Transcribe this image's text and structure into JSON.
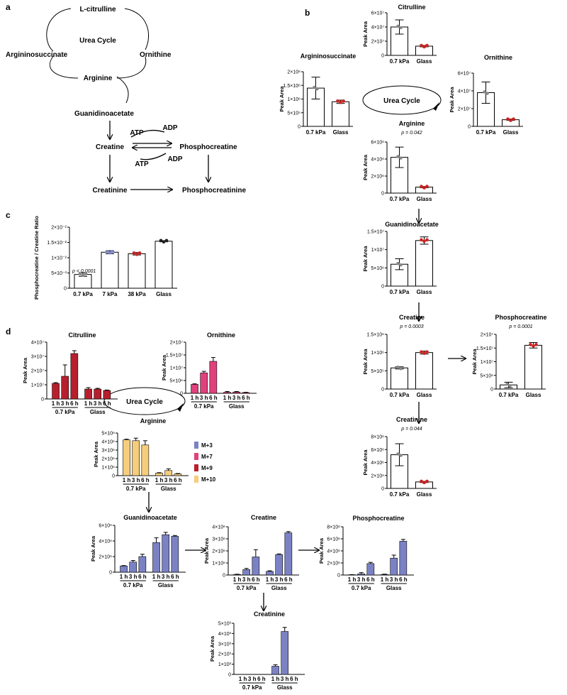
{
  "panel_labels": {
    "a": "a",
    "b": "b",
    "c": "c",
    "d": "d"
  },
  "pathway_a": {
    "citrulline": "L-citrulline",
    "cycle": "Urea Cycle",
    "argininosuccinate": "Argininosuccinate",
    "ornithine": "Ornithine",
    "arginine": "Arginine",
    "guanidinoacetate": "Guanidinoacetate",
    "creatine": "Creatine",
    "phosphocreatine": "Phosphocreatine",
    "creatinine": "Creatinine",
    "phosphocreatinine": "Phosphocreatinine",
    "atp_top": "ATP",
    "adp_top": "ADP",
    "atp_bottom": "ATP",
    "adp_bottom": "ADP"
  },
  "cycle_label_b": "Urea Cycle",
  "cycle_label_d": "Urea Cycle",
  "legend_d": [
    {
      "label": "M+3",
      "color": "#7b82c4"
    },
    {
      "label": "M+7",
      "color": "#e0417c"
    },
    {
      "label": "M+9",
      "color": "#b81f2e"
    },
    {
      "label": "M+10",
      "color": "#f6cd7a"
    }
  ],
  "chart_data": [
    {
      "id": "b-argininosuccinate",
      "type": "bar",
      "title": "Argininosuccinate",
      "ylabel": "Peak Area",
      "categories": [
        "0.7 kPa",
        "Glass"
      ],
      "values": [
        1400000,
        900000
      ],
      "errors": [
        400000,
        60000
      ],
      "ylim": [
        0,
        2000000
      ],
      "yticks": [
        "0",
        "5×10⁵",
        "1×10⁶",
        "1.5×10⁶",
        "2×10⁶"
      ],
      "points": [
        [
          "#888888",
          "#888888"
        ],
        [
          "#cc2222",
          "#cc2222",
          "#cc2222"
        ]
      ]
    },
    {
      "id": "b-citrulline",
      "type": "bar",
      "title": "Citrulline",
      "ylabel": "Peak Area",
      "categories": [
        "0.7 kPa",
        "Glass"
      ],
      "values": [
        40000000,
        13000000
      ],
      "errors": [
        10000000,
        1000000
      ],
      "ylim": [
        0,
        60000000
      ],
      "yticks": [
        "0",
        "2×10⁷",
        "4×10⁷",
        "6×10⁷"
      ]
    },
    {
      "id": "b-ornithine",
      "type": "bar",
      "title": "Ornithine",
      "ylabel": "Peak Area",
      "categories": [
        "0.7 kPa",
        "Glass"
      ],
      "values": [
        38000000,
        7500000
      ],
      "errors": [
        12000000,
        800000
      ],
      "ylim": [
        0,
        60000000
      ],
      "yticks": [
        "0",
        "2×10⁷",
        "4×10⁷",
        "6×10⁷"
      ]
    },
    {
      "id": "b-arginine",
      "type": "bar",
      "title": "Arginine",
      "ylabel": "Peak Area",
      "pvalue": "p = 0.042",
      "categories": [
        "0.7 kPa",
        "Glass"
      ],
      "values": [
        4200000,
        700000
      ],
      "errors": [
        1200000,
        80000
      ],
      "ylim": [
        0,
        6000000
      ],
      "yticks": [
        "0",
        "2×10⁶",
        "4×10⁶",
        "6×10⁶"
      ]
    },
    {
      "id": "b-guanidinoacetate",
      "type": "bar",
      "title": "Guanidinoacetate",
      "ylabel": "Peak Area",
      "categories": [
        "0.7 kPa",
        "Glass"
      ],
      "values": [
        6000000,
        12500000
      ],
      "errors": [
        1500000,
        1000000
      ],
      "ylim": [
        0,
        15000000
      ],
      "yticks": [
        "0",
        "5×10⁶",
        "1×10⁷",
        "1.5×10⁷"
      ]
    },
    {
      "id": "b-creatine",
      "type": "bar",
      "title": "Creatine",
      "ylabel": "Peak Area",
      "pvalue": "p = 0.0003",
      "categories": [
        "0.7 kPa",
        "Glass"
      ],
      "values": [
        580000,
        1000000
      ],
      "errors": [
        30000,
        40000
      ],
      "ylim": [
        0,
        1500000
      ],
      "yticks": [
        "0",
        "5×10⁵",
        "1×10⁶",
        "1.5×10⁶"
      ]
    },
    {
      "id": "b-phosphocreatine",
      "type": "bar",
      "title": "Phosphocreatine",
      "ylabel": "Peak Area",
      "pvalue": "p = 0.0001",
      "categories": [
        "0.7 kPa",
        "Glass"
      ],
      "values": [
        1500000,
        16000000
      ],
      "errors": [
        1000000,
        1000000
      ],
      "ylim": [
        0,
        20000000
      ],
      "yticks": [
        "0",
        "5×10⁶",
        "1×10⁷",
        "1.5×10⁷",
        "2×10⁷"
      ]
    },
    {
      "id": "b-creatinine",
      "type": "bar",
      "title": "Creatinine",
      "ylabel": "Peak Area",
      "pvalue": "p = 0.044",
      "categories": [
        "0.7 kPa",
        "Glass"
      ],
      "values": [
        5200000,
        1000000
      ],
      "errors": [
        1700000,
        100000
      ],
      "ylim": [
        0,
        8000000
      ],
      "yticks": [
        "0",
        "2×10⁶",
        "4×10⁶",
        "6×10⁶",
        "8×10⁶"
      ]
    },
    {
      "id": "c-ratio",
      "type": "bar",
      "title": "",
      "ylabel": "Phosphocreatine / Creatine Ratio",
      "pvalue": "p < 0.0001",
      "categories": [
        "0.7 kPa",
        "7 kPa",
        "38 kPa",
        "Glass"
      ],
      "values": [
        0.0045,
        0.0118,
        0.0113,
        0.0154
      ],
      "errors": [
        0.0006,
        0.0005,
        0.0004,
        0.0002
      ],
      "ylim": [
        0,
        0.02
      ],
      "yticks": [
        "0",
        "5×10⁻³",
        "1×10⁻²",
        "1.5×10⁻²",
        "2×10⁻²"
      ]
    },
    {
      "id": "d-citrulline",
      "type": "bar",
      "title": "Citrulline",
      "ylabel": "Peak Area",
      "time_labels": [
        "1 h",
        "3 h",
        "6 h",
        "1 h",
        "3 h",
        "6 h"
      ],
      "groups": [
        "0.7 kPa",
        "Glass"
      ],
      "color": "#b81f2e",
      "values": [
        11000000,
        16000000,
        32000000,
        7000000,
        7000000,
        6000000
      ],
      "errors": [
        500000,
        8000000,
        2000000,
        1000000,
        500000,
        300000
      ],
      "ylim": [
        0,
        40000000
      ],
      "yticks": [
        "0",
        "1×10⁷",
        "2×10⁷",
        "3×10⁷",
        "4×10⁷"
      ]
    },
    {
      "id": "d-ornithine",
      "type": "bar",
      "title": "Ornithine",
      "ylabel": "Peak Area",
      "time_labels": [
        "1 h",
        "3 h",
        "6 h",
        "1 h",
        "3 h",
        "6 h"
      ],
      "groups": [
        "0.7 kPa",
        "Glass"
      ],
      "color": "#e0417c",
      "values": [
        3500000,
        8000000,
        12500000,
        400000,
        500000,
        300000
      ],
      "errors": [
        200000,
        600000,
        1500000,
        300000,
        200000,
        100000
      ],
      "ylim": [
        0,
        20000000
      ],
      "yticks": [
        "0",
        "5×10⁶",
        "1×10⁷",
        "1.5×10⁷",
        "2×10⁷"
      ]
    },
    {
      "id": "d-arginine",
      "type": "bar",
      "title": "Arginine",
      "ylabel": "Peak Area",
      "time_labels": [
        "1 h",
        "3 h",
        "6 h",
        "1 h",
        "3 h",
        "6 h"
      ],
      "groups": [
        "0.7 kPa",
        "Glass"
      ],
      "color": "#f6cd7a",
      "values": [
        4200000,
        4100000,
        3600000,
        300000,
        600000,
        200000
      ],
      "errors": [
        80000,
        300000,
        500000,
        50000,
        200000,
        50000
      ],
      "ylim": [
        0,
        5000000
      ],
      "yticks": [
        "0",
        "1×10⁶",
        "2×10⁶",
        "3×10⁶",
        "4×10⁶",
        "5×10⁶"
      ]
    },
    {
      "id": "d-guanidinoacetate",
      "type": "bar",
      "title": "Guanidinoacetate",
      "ylabel": "Peak Area",
      "time_labels": [
        "1 h",
        "3 h",
        "6 h",
        "1 h",
        "3 h",
        "6 h"
      ],
      "groups": [
        "0.7 kPa",
        "Glass"
      ],
      "color": "#7b82c4",
      "values": [
        800000,
        1300000,
        2000000,
        3800000,
        4800000,
        4600000
      ],
      "errors": [
        50000,
        200000,
        300000,
        600000,
        300000,
        100000
      ],
      "ylim": [
        0,
        6000000
      ],
      "yticks": [
        "0",
        "2×10⁶",
        "4×10⁶",
        "6×10⁶"
      ]
    },
    {
      "id": "d-creatine",
      "type": "bar",
      "title": "Creatine",
      "ylabel": "Peak Area",
      "time_labels": [
        "1 h",
        "3 h",
        "6 h",
        "1 h",
        "3 h",
        "6 h"
      ],
      "groups": [
        "0.7 kPa",
        "Glass"
      ],
      "color": "#7b82c4",
      "values": [
        50000,
        450000,
        1500000,
        300000,
        1700000,
        3500000
      ],
      "errors": [
        20000,
        100000,
        600000,
        50000,
        50000,
        100000
      ],
      "ylim": [
        0,
        4000000
      ],
      "yticks": [
        "0",
        "1×10⁶",
        "2×10⁶",
        "3×10⁶",
        "4×10⁶"
      ]
    },
    {
      "id": "d-phosphocreatine",
      "type": "bar",
      "title": "Phosphocreatine",
      "ylabel": "Peak Area",
      "time_labels": [
        "1 h",
        "3 h",
        "6 h",
        "1 h",
        "3 h",
        "6 h"
      ],
      "groups": [
        "0.7 kPa",
        "Glass"
      ],
      "color": "#7b82c4",
      "values": [
        50000,
        200000,
        1900000,
        100000,
        2800000,
        5600000
      ],
      "errors": [
        20000,
        200000,
        200000,
        50000,
        500000,
        300000
      ],
      "ylim": [
        0,
        8000000
      ],
      "yticks": [
        "0",
        "2×10⁶",
        "4×10⁶",
        "6×10⁶",
        "8×10⁶"
      ]
    },
    {
      "id": "d-creatinine",
      "type": "bar",
      "title": "Creatinine",
      "ylabel": "Peak Area",
      "time_labels": [
        "1 h",
        "3 h",
        "6 h",
        "1 h",
        "3 h",
        "6 h"
      ],
      "groups": [
        "0.7 kPa",
        "Glass"
      ],
      "color": "#7b82c4",
      "values": [
        0,
        0,
        0,
        800,
        4200,
        0
      ],
      "errors": [
        0,
        0,
        0,
        150,
        400,
        0
      ],
      "ylim": [
        0,
        5000
      ],
      "yticks": [
        "0",
        "1×10³",
        "2×10³",
        "3×10³",
        "4×10³",
        "5×10³"
      ]
    }
  ]
}
